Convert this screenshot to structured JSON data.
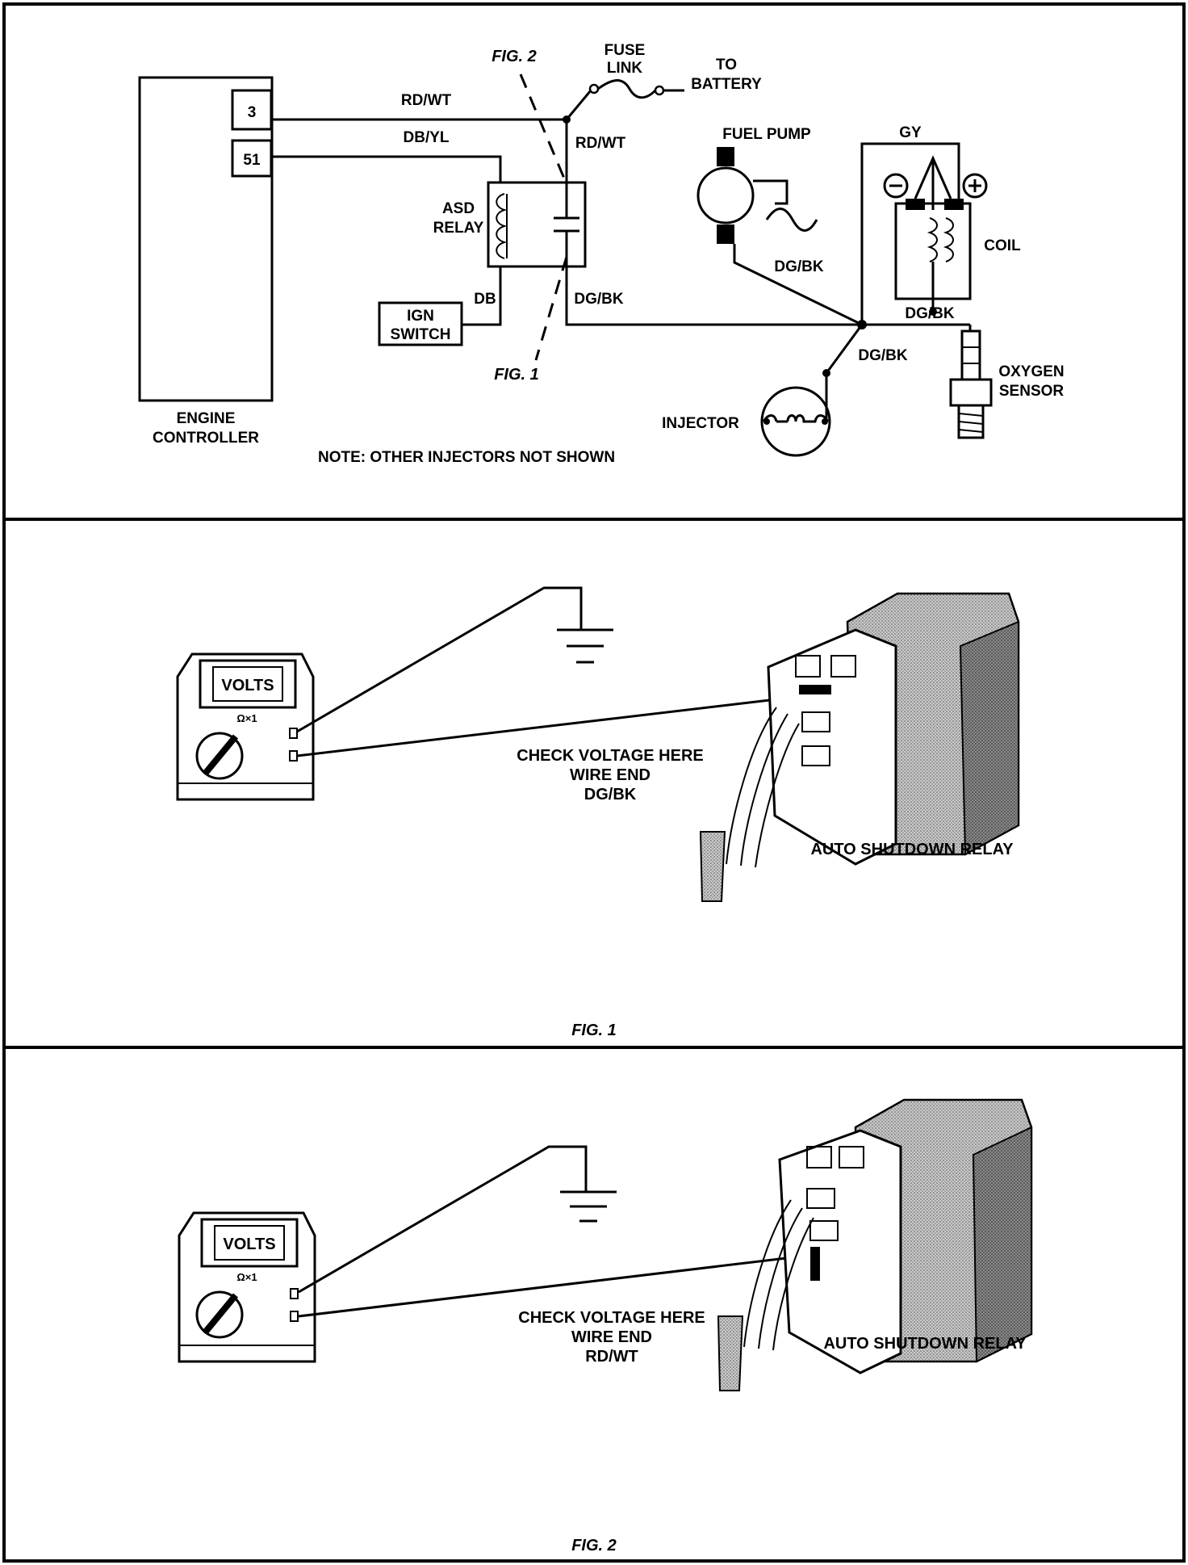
{
  "panel_top": {
    "engine_controller": {
      "label_line1": "ENGINE",
      "label_line2": "CONTROLLER",
      "pin_a": "3",
      "pin_b": "51"
    },
    "wires": {
      "rdwt_top": "RD/WT",
      "dbyl": "DB/YL",
      "rdwt_fuse": "RD/WT",
      "db": "DB",
      "dgbk_relay": "DG/BK",
      "dgbk_pump": "DG/BK",
      "dgbk_coil": "DG/BK",
      "dgbk_injector": "DG/BK",
      "gy": "GY"
    },
    "fig2_callout": "FIG. 2",
    "fig1_callout": "FIG. 1",
    "fuse_link_line1": "FUSE",
    "fuse_link_line2": "LINK",
    "to_battery_line1": "TO",
    "to_battery_line2": "BATTERY",
    "asd_relay_line1": "ASD",
    "asd_relay_line2": "RELAY",
    "ign_switch_line1": "IGN",
    "ign_switch_line2": "SWITCH",
    "fuel_pump": "FUEL  PUMP",
    "coil": "COIL",
    "injector": "INJECTOR",
    "oxygen_sensor_line1": "OXYGEN",
    "oxygen_sensor_line2": "SENSOR",
    "note": "NOTE:   OTHER INJECTORS NOT SHOWN"
  },
  "panel_fig1": {
    "meter_display": "VOLTS",
    "meter_range": "Ω×1",
    "check_line1": "CHECK VOLTAGE HERE",
    "check_line2": "WIRE END",
    "check_line3": "DG/BK",
    "relay_label": "AUTO SHUTDOWN RELAY",
    "caption": "FIG. 1"
  },
  "panel_fig2": {
    "meter_display": "VOLTS",
    "meter_range": "Ω×1",
    "check_line1": "CHECK VOLTAGE HERE",
    "check_line2": "WIRE END",
    "check_line3": "RD/WT",
    "relay_label": "AUTO SHUTDOWN RELAY",
    "caption": "FIG. 2"
  }
}
